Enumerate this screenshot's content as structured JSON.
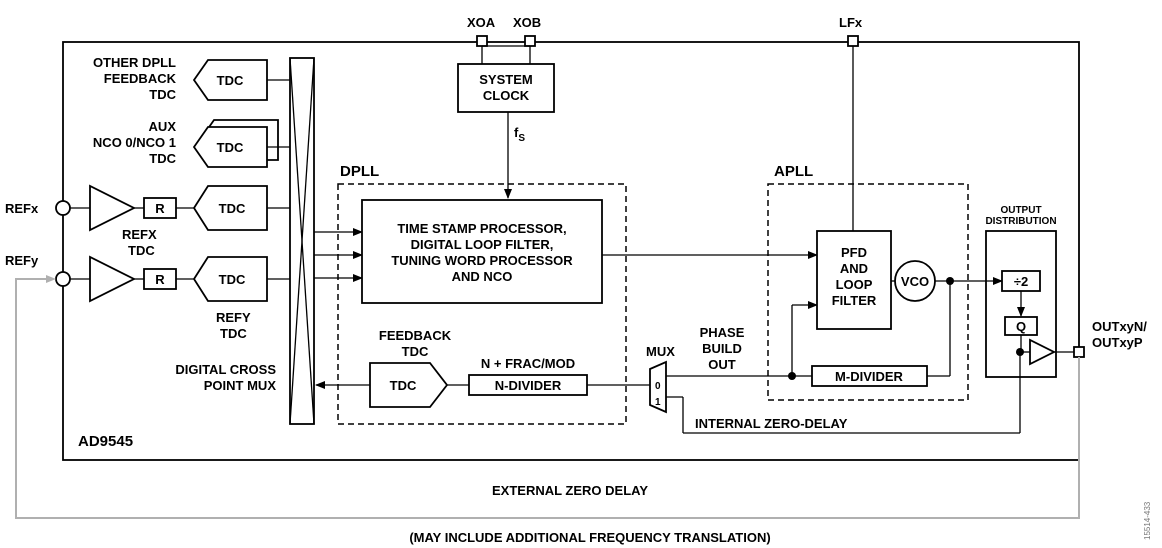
{
  "chip": {
    "name": "AD9545"
  },
  "pins": {
    "xoa": "XOA",
    "xob": "XOB",
    "lfx": "LFx",
    "refx": "REFx",
    "refy": "REFy",
    "out_line1": "OUTxyN/",
    "out_line2": "OUTxyP"
  },
  "left": {
    "other_dpll_feedback": [
      "OTHER DPLL",
      "FEEDBACK",
      "TDC"
    ],
    "aux_nco": [
      "AUX",
      "NCO 0/NCO 1",
      "TDC"
    ],
    "refx_tdc": [
      "REFX",
      "TDC"
    ],
    "refy_tdc": [
      "REFY",
      "TDC"
    ],
    "tdc_label": "TDC",
    "r_label": "R",
    "crosspoint": [
      "DIGITAL CROSS",
      "POINT MUX"
    ]
  },
  "system_clock": [
    "SYSTEM",
    "CLOCK"
  ],
  "fs": {
    "main": "f",
    "sub": "S"
  },
  "dpll": {
    "title": "DPLL",
    "processor": [
      "TIME STAMP PROCESSOR,",
      "DIGITAL LOOP FILTER,",
      "TUNING WORD PROCESSOR",
      "AND NCO"
    ],
    "feedback_tdc": [
      "FEEDBACK",
      "TDC"
    ],
    "nfrac": "N + FRAC/MOD",
    "ndivider": "N-DIVIDER",
    "tdc": "TDC"
  },
  "mux": {
    "title": "MUX",
    "in0": "0",
    "in1": "1"
  },
  "phase_build_out": [
    "PHASE",
    "BUILD",
    "OUT"
  ],
  "apll": {
    "title": "APLL",
    "pfd": [
      "PFD",
      "AND",
      "LOOP",
      "FILTER"
    ],
    "vco": "VCO",
    "mdivider": "M-DIVIDER"
  },
  "output_distribution": {
    "title": [
      "OUTPUT",
      "DISTRIBUTION"
    ],
    "div2": "÷2",
    "q": "Q"
  },
  "internal_zero_delay": "INTERNAL ZERO-DELAY",
  "external_zero_delay": "EXTERNAL ZERO DELAY",
  "external_note": "(MAY INCLUDE ADDITIONAL FREQUENCY TRANSLATION)",
  "figure_id": "15514-433"
}
